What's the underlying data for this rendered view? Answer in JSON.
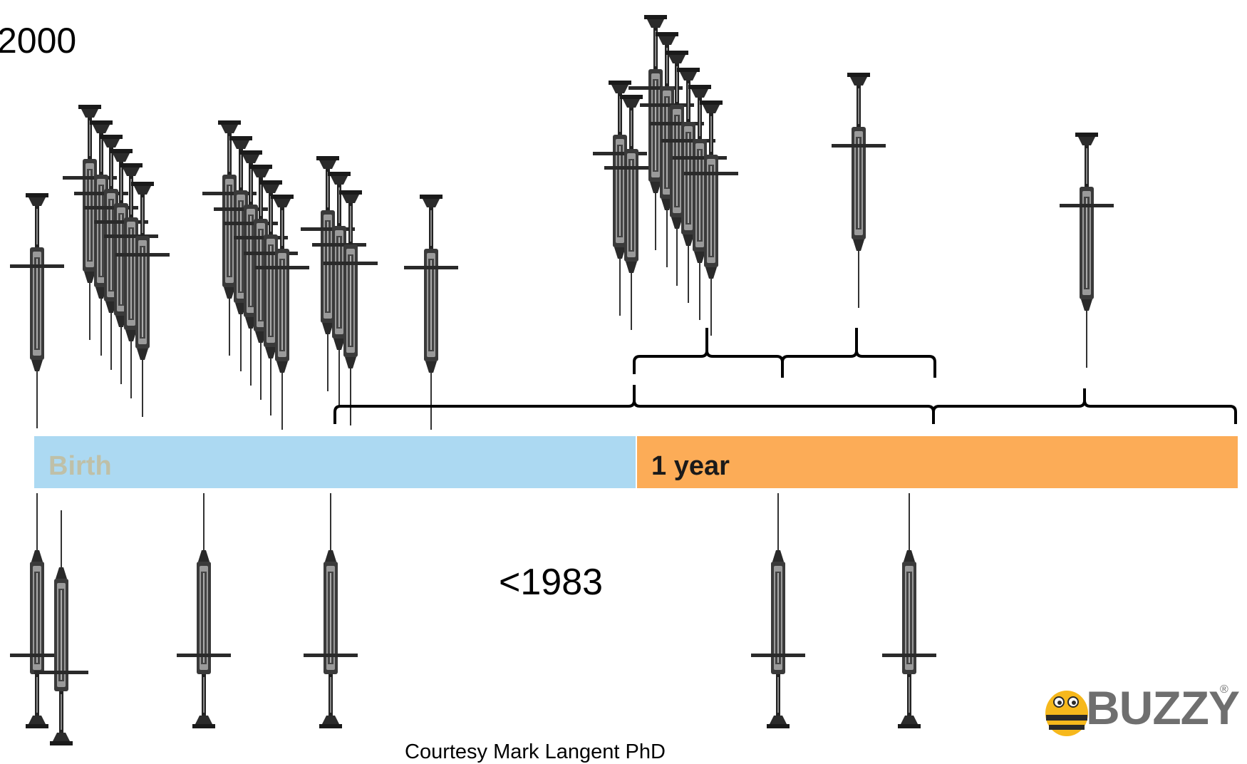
{
  "labels": {
    "year_top": "2000",
    "year_bottom": "<1983",
    "credit": "Courtesy Mark Langent PhD"
  },
  "timeline": {
    "segments": [
      {
        "label": "Birth",
        "color": "#acd9f2",
        "text_color": "#bfc0a8"
      },
      {
        "label": "1 year",
        "color": "#fcac57",
        "text_color": "#1a1a1a"
      }
    ]
  },
  "logo": {
    "text": "BUZZY",
    "mark": "®",
    "colors": {
      "body": "#f6b81c",
      "stripe": "#2a2a2a",
      "wordmark": "#6f6f6f"
    }
  },
  "icons": {
    "syringe": "syringe-icon",
    "bracket": "timeline-bracket"
  }
}
